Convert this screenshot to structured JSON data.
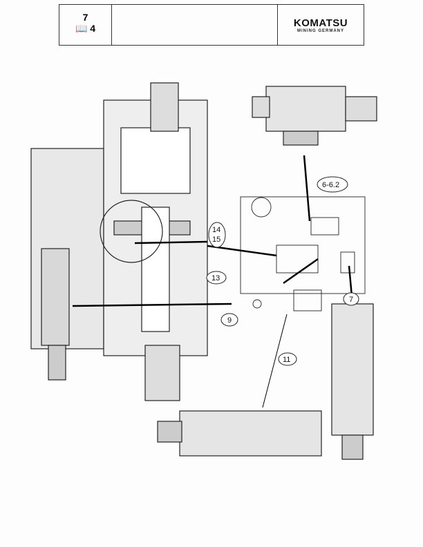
{
  "header": {
    "chapter": "7",
    "book_icon": "book-icon",
    "book_ref": "4",
    "brand": "KOMATSU",
    "brand_sub": "MINING GERMANY"
  },
  "labels": {
    "l1": "6-6.2",
    "l2": "14",
    "l3": "15",
    "l4": "13",
    "l5": "9",
    "l6": "7",
    "l7": "11"
  }
}
